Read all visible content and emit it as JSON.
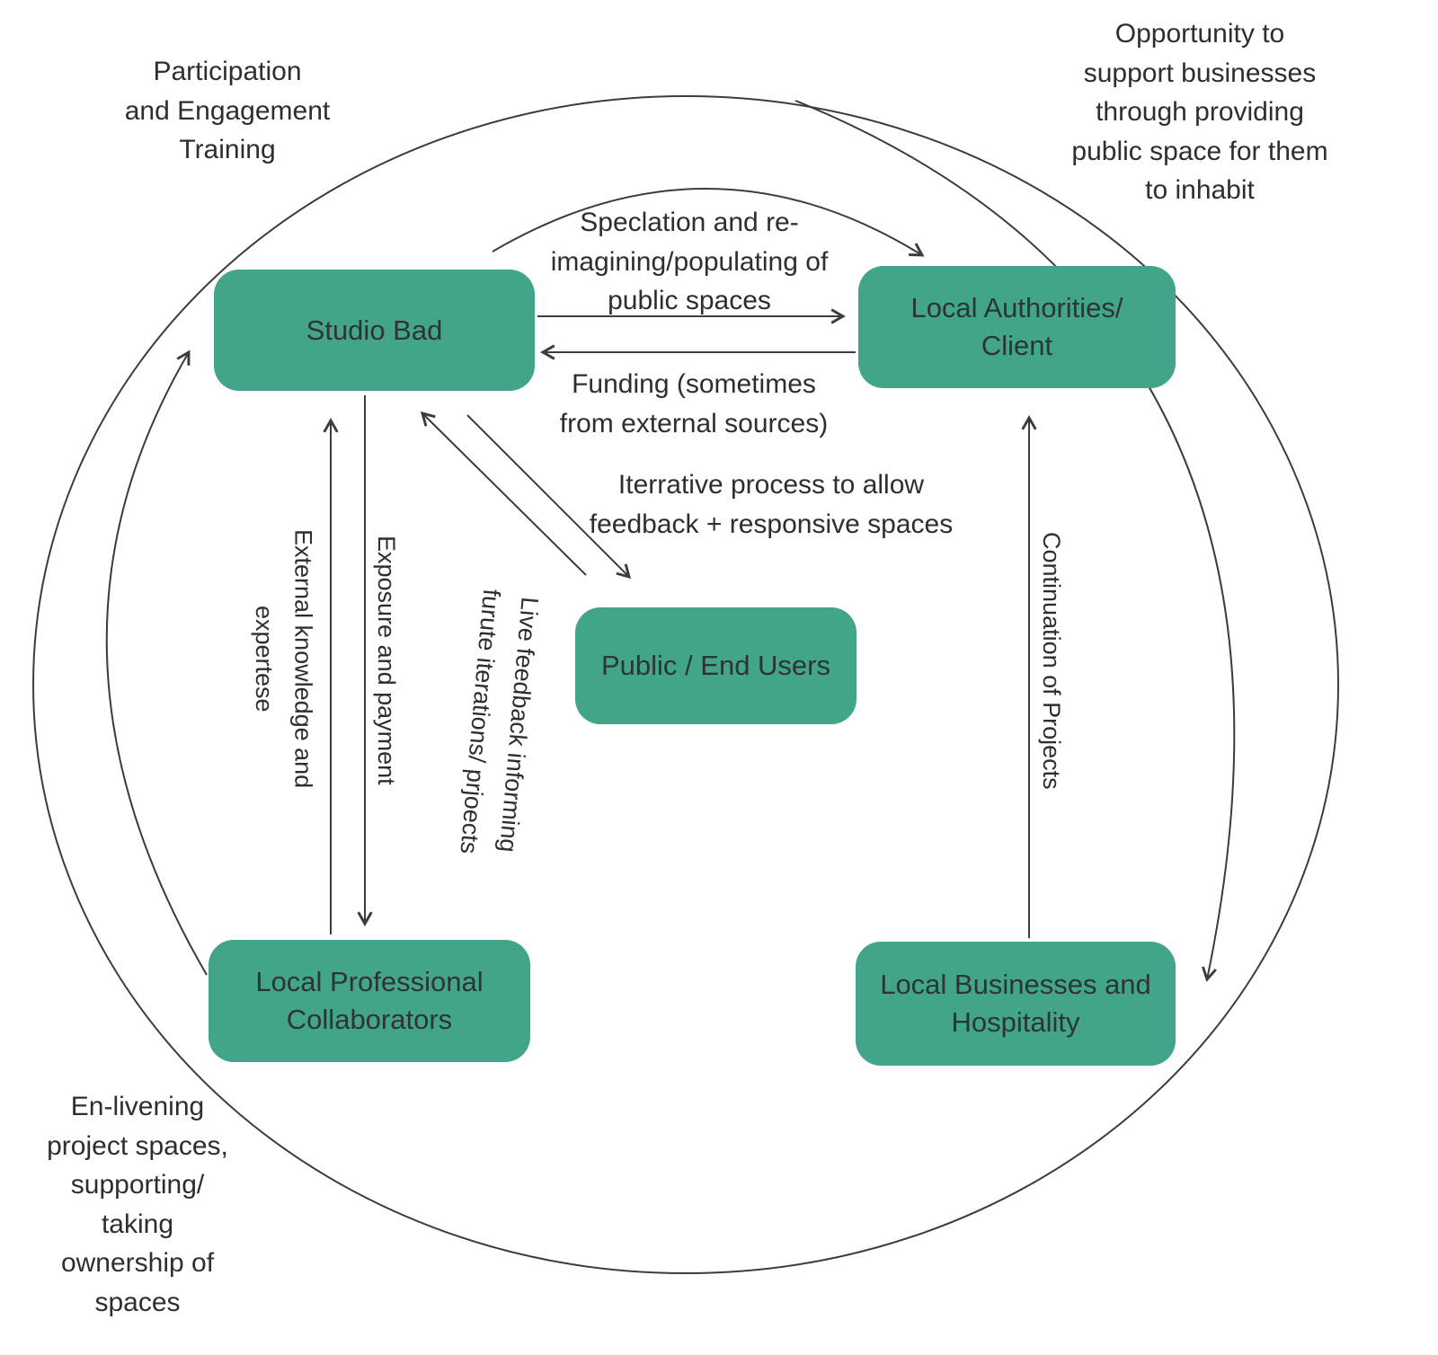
{
  "colors": {
    "node_fill": "#42a58a",
    "stroke": "#3c3c3c",
    "text": "#2e2e2e"
  },
  "nodes": {
    "studio_bad": "Studio Bad",
    "local_authorities": "Local Authorities/\nClient",
    "public_end_users": "Public / End Users",
    "local_professional": "Local Professional\nCollaborators",
    "local_businesses": "Local Businesses and\nHospitality"
  },
  "labels": {
    "participation": "Participation\nand Engagement\nTraining",
    "opportunity": "Opportunity to\nsupport businesses\nthrough providing\npublic space for them\nto inhabit",
    "speculation": "Speclation and re-\nimagining/populating of\npublic spaces",
    "funding": "Funding (sometimes\nfrom external sources)",
    "iterative": "Iterrative process to allow\nfeedback + responsive spaces",
    "external_knowledge": "External knowledge and\nexpertese",
    "exposure": "Exposure and payment",
    "live_feedback": "Live feedback informing\nfurute iterations/ prjoects",
    "continuation": "Continuation of Projects",
    "enlivening": "En-livening\nproject spaces,\nsupporting/\ntaking\nownership of\nspaces"
  }
}
